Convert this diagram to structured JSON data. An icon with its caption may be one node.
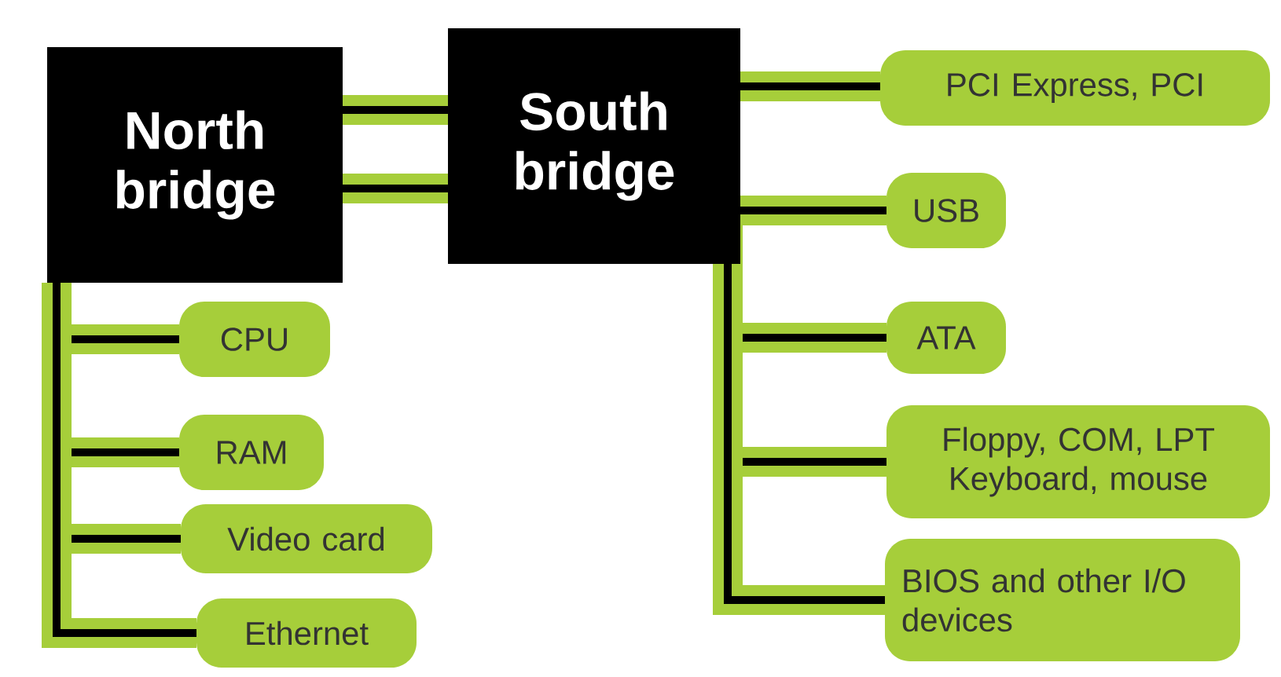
{
  "diagram": {
    "nodes": [
      {
        "text": [
          "North bridge"
        ]
      },
      {
        "text": [
          "South bridge"
        ]
      },
      {
        "text": [
          "PCI Express, PCI"
        ]
      },
      {
        "text": [
          "USB"
        ]
      },
      {
        "text": [
          "ATA"
        ]
      },
      {
        "text": [
          "Floppy, COM, LPT Keyboard, mouse"
        ]
      },
      {
        "text": [
          "BIOS and other I/O devices"
        ]
      },
      {
        "text": [
          "CPU"
        ]
      },
      {
        "text": [
          "RAM"
        ]
      },
      {
        "text": [
          "Video card"
        ]
      },
      {
        "text": [
          "Ethernet"
        ]
      }
    ],
    "edges": [
      {
        "from": 0,
        "to": 1,
        "arrow": "none"
      },
      {
        "from": 0,
        "to": 1,
        "arrow": "none"
      },
      {
        "from": 1,
        "to": 2,
        "arrow": "none"
      },
      {
        "from": 1,
        "to": 3,
        "arrow": "none"
      },
      {
        "from": 1,
        "to": 4,
        "arrow": "none"
      },
      {
        "from": 1,
        "to": 5,
        "arrow": "none"
      },
      {
        "from": 1,
        "to": 6,
        "arrow": "none"
      },
      {
        "from": 0,
        "to": 7,
        "arrow": "none"
      },
      {
        "from": 0,
        "to": 8,
        "arrow": "none"
      },
      {
        "from": 0,
        "to": 9,
        "arrow": "none"
      },
      {
        "from": 0,
        "to": 10,
        "arrow": "none"
      }
    ]
  }
}
